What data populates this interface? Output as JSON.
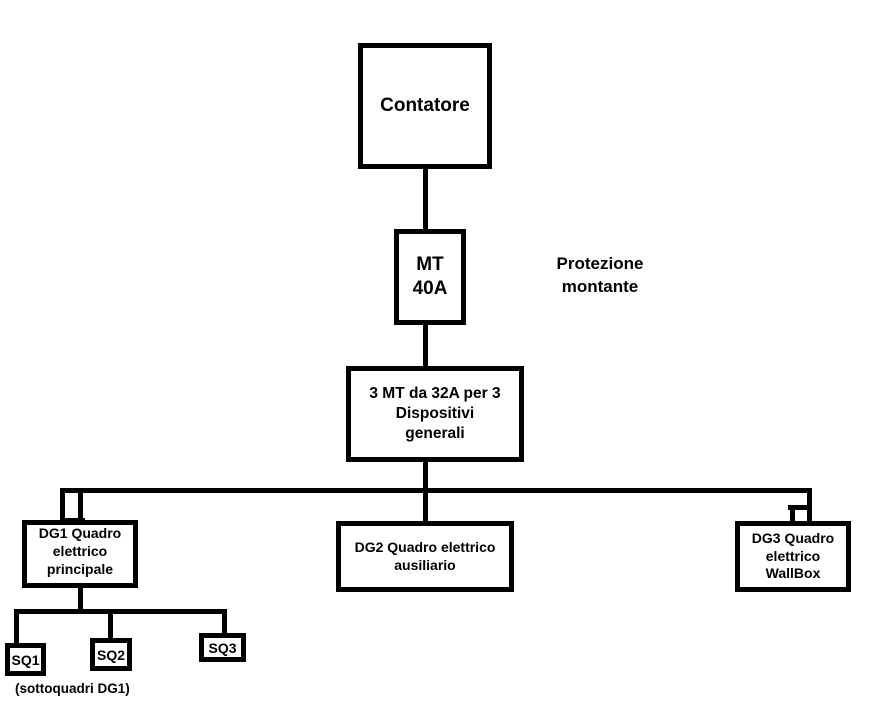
{
  "diagram": {
    "title_nodes": {
      "contatore": "Contatore",
      "mt": "MT\n40A",
      "mt_line1": "MT",
      "mt_line2": "40A",
      "distribuzione_line1": "3 MT da 32A per 3",
      "distribuzione_line2": "Dispositivi",
      "distribuzione_line3": "generali",
      "dg1_line1": "DG1 Quadro",
      "dg1_line2": "elettrico",
      "dg1_line3": "principale",
      "dg2_line1": "DG2 Quadro elettrico",
      "dg2_line2": "ausiliario",
      "dg3_line1": "DG3 Quadro",
      "dg3_line2": "elettrico",
      "dg3_line3": "WallBox",
      "sq1": "SQ1",
      "sq2": "SQ2",
      "sq3": "SQ3"
    },
    "labels": {
      "protezione_line1": "Protezione",
      "protezione_line2": "montante",
      "sottoquadri": "(sottoquadri DG1)"
    },
    "colors": {
      "background": "#ffffff",
      "stroke": "#000000",
      "text": "#000000"
    }
  }
}
